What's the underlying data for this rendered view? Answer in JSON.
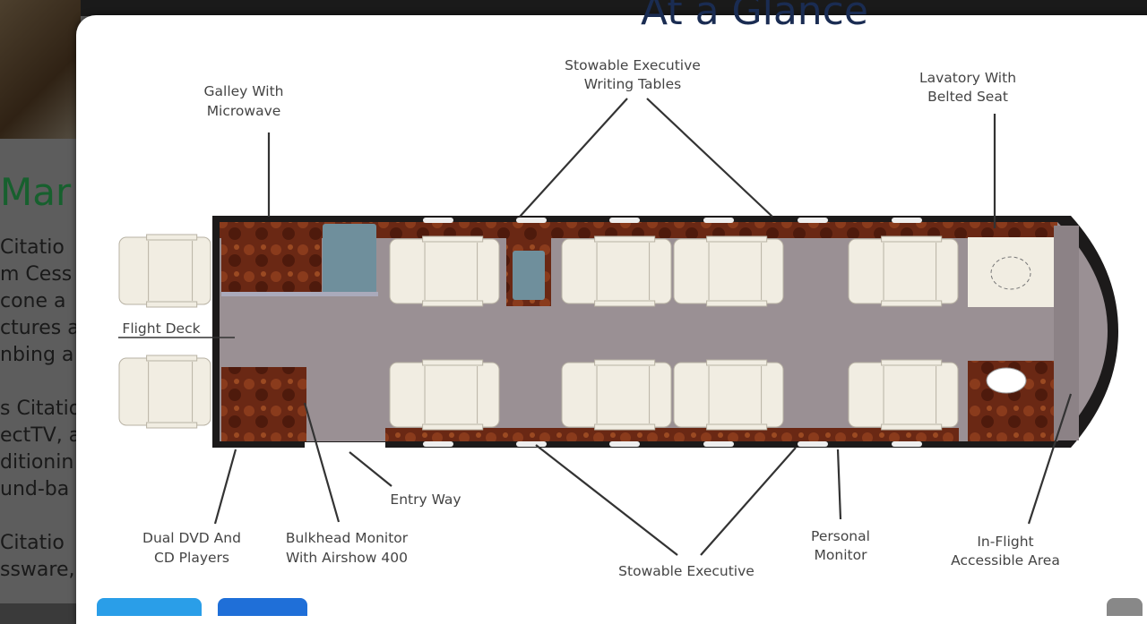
{
  "background": {
    "heading": "At a Glance",
    "section_title": "Mar",
    "text_lines": [
      "Citatio",
      "m Cess",
      "cone a",
      "ctures a",
      "nbing a",
      "",
      "s Citatio",
      "ectTV, a",
      "ditionin",
      "und-ba",
      "",
      "Citatio",
      "ssware,"
    ],
    "link_text": "Cess"
  },
  "diagram": {
    "labels": {
      "galley": [
        "Galley With",
        "Microwave"
      ],
      "writing_tables_top": [
        "Stowable Executive",
        "Writing Tables"
      ],
      "lavatory": [
        "Lavatory With",
        "Belted Seat"
      ],
      "flight_deck": "Flight Deck",
      "dvd": [
        "Dual DVD And",
        "CD Players"
      ],
      "bulkhead": [
        "Bulkhead Monitor",
        "With Airshow 400"
      ],
      "entry": "Entry Way",
      "writing_tables_bottom": "Stowable Executive",
      "personal_monitor": [
        "Personal",
        "Monitor"
      ],
      "accessible_area": [
        "In-Flight",
        "Accessible Area"
      ]
    },
    "colors": {
      "wood": "#6a2814",
      "carpet": "#9a9094",
      "seat": "#f1ede2",
      "frame": "#1c1a1a",
      "glass": "#6f8f9c"
    }
  }
}
